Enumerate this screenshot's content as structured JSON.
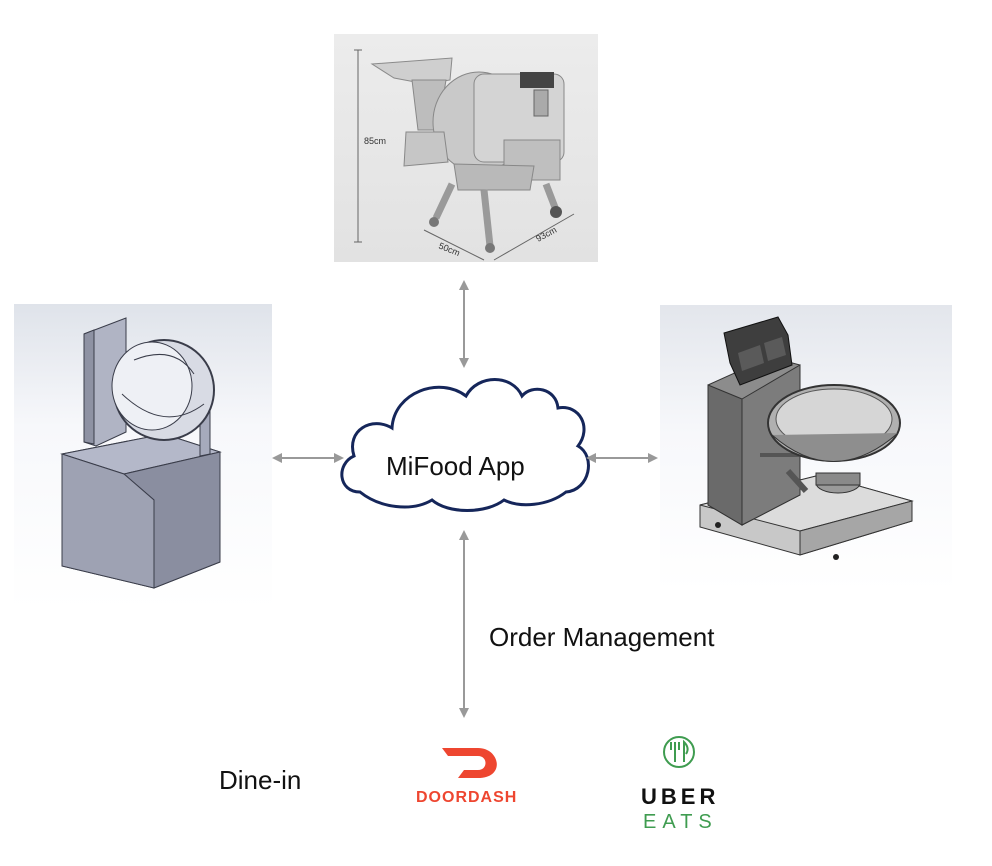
{
  "app": {
    "label": "MiFood App"
  },
  "flows": {
    "order_management": "Order Management",
    "dine_in": "Dine-in"
  },
  "top_machine": {
    "dimensions": {
      "height": "85cm",
      "width": "50cm",
      "depth": "93cm"
    }
  },
  "delivery_partners": {
    "doordash": "DOORDASH",
    "uber_line1": "UBER",
    "uber_line2": "EATS"
  },
  "colors": {
    "arrow": "#999999",
    "cloud_outline": "#15265a",
    "doordash_red": "#ee4630",
    "uber_eats_green": "#3f9c50"
  }
}
